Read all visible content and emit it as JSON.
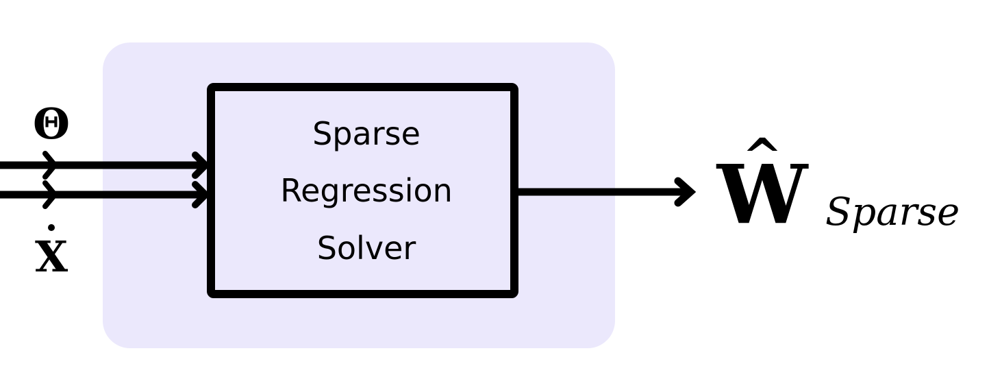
{
  "inputs": {
    "theta_symbol": "Θ",
    "xdot_symbol": "X"
  },
  "solver": {
    "line1": "Sparse",
    "line2": "Regression",
    "line3": "Solver"
  },
  "output": {
    "main_symbol": "W",
    "hat_glyph": "^",
    "subscript": "Sparse"
  },
  "colors": {
    "panel_fill": "#ebe8fc",
    "stroke": "#000000",
    "box_fill": "#ebe8fc"
  }
}
